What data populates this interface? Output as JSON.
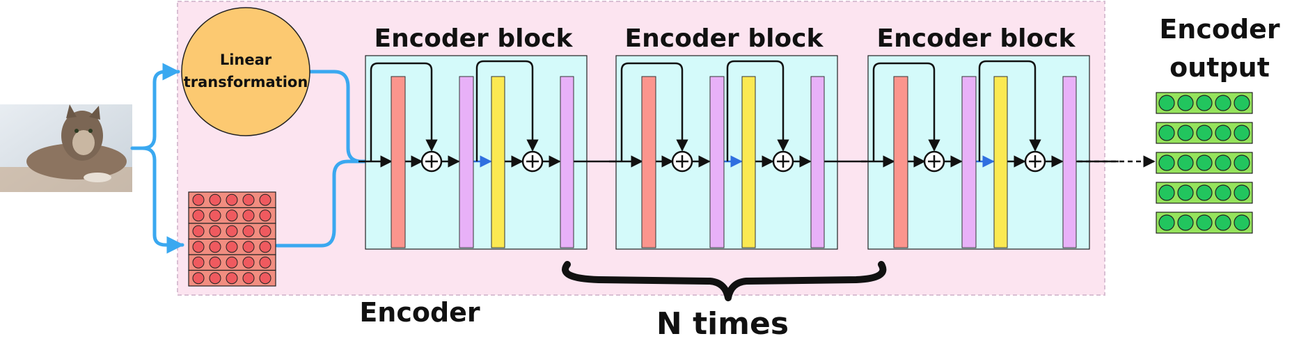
{
  "labels": {
    "linear_line1": "Linear",
    "linear_line2": "transformation",
    "block_titles": [
      "Encoder block",
      "Encoder block",
      "Encoder block"
    ],
    "output_line1": "Encoder",
    "output_line2": "output",
    "encoder": "Encoder",
    "n_times": "N times",
    "add_symbol": "+"
  },
  "icons": {
    "input": "cat-photo-icon",
    "patch_grid": "patch-embedding-grid-icon",
    "output": "output-token-grid-icon"
  },
  "colors": {
    "encoder_bg": "#fce4f0",
    "encoder_border": "#d9bfd3",
    "block_bg": "#d4fafa",
    "linear_circle": "#fcc971",
    "attention_bar": "#fb958d",
    "norm_bar": "#e8b1f8",
    "ffn_bar": "#fbe952",
    "flow_blue": "#3aa8f0",
    "patch_fill": "#f18d80",
    "patch_dot": "#ef5a5f",
    "output_fill": "#95e35c",
    "output_dot": "#22c55e"
  },
  "patch_grid": {
    "rows": 6,
    "cols": 5
  },
  "output_grid": {
    "rows": 5,
    "cols": 5
  },
  "encoder_block_count": 3
}
